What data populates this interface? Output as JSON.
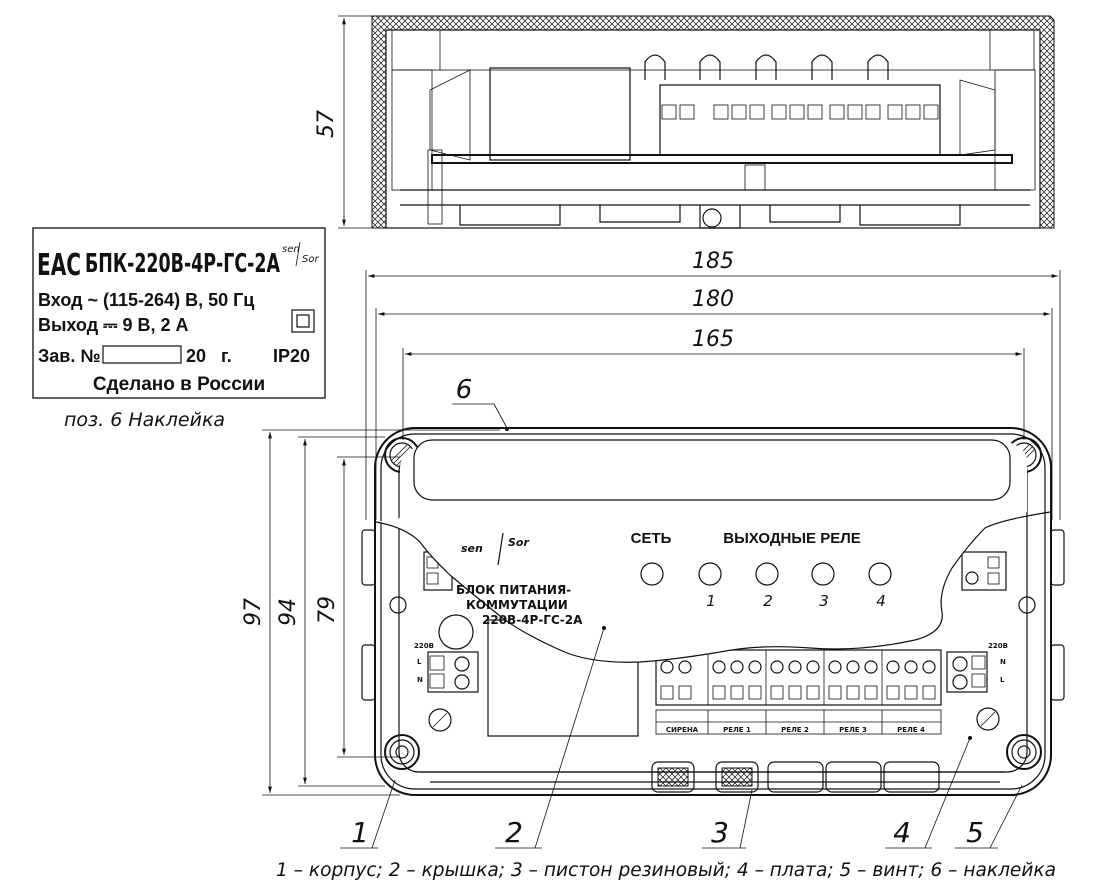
{
  "dimensions": {
    "height_side": "57",
    "width_185": "185",
    "width_180": "180",
    "width_165": "165",
    "height_97": "97",
    "height_94": "94",
    "height_79": "79"
  },
  "label": {
    "mark": "ЕАС",
    "model": "БПК-220В-4Р-ГС-2А",
    "brand_top": "sen",
    "brand_bottom": "Sor",
    "input": "Вход ~ (115-264) В, 50 Гц",
    "output": "Выход ⎓ 9 В, 2 А",
    "serial_prefix": "Зав. №",
    "year_suffix": "20   г.",
    "ip": "IP20",
    "made_in": "Сделано в России",
    "caption": "поз. 6 Наклейка"
  },
  "board": {
    "net": "СЕТЬ",
    "relays_title": "ВЫХОДНЫЕ РЕЛЕ",
    "relay_numbers": [
      "1",
      "2",
      "3",
      "4"
    ],
    "logo_top": "sen",
    "logo_bottom": "Sor",
    "device_line1": "БЛОК ПИТАНИЯ-",
    "device_line2": "КОММУТАЦИИ",
    "device_line3": "220В-4Р-ГС-2А",
    "terminal_labels": [
      "СИРЕНА",
      "РЕЛЕ 1",
      "РЕЛЕ 2",
      "РЕЛЕ 3",
      "РЕЛЕ 4"
    ],
    "mains_left": "220В",
    "mains_right": "220В",
    "l": "L",
    "n": "N"
  },
  "callouts": [
    "1",
    "2",
    "3",
    "4",
    "5",
    "6"
  ],
  "legend": "1 – корпус; 2 – крышка; 3 – пистон резиновый; 4 – плата; 5 – винт; 6 – наклейка"
}
